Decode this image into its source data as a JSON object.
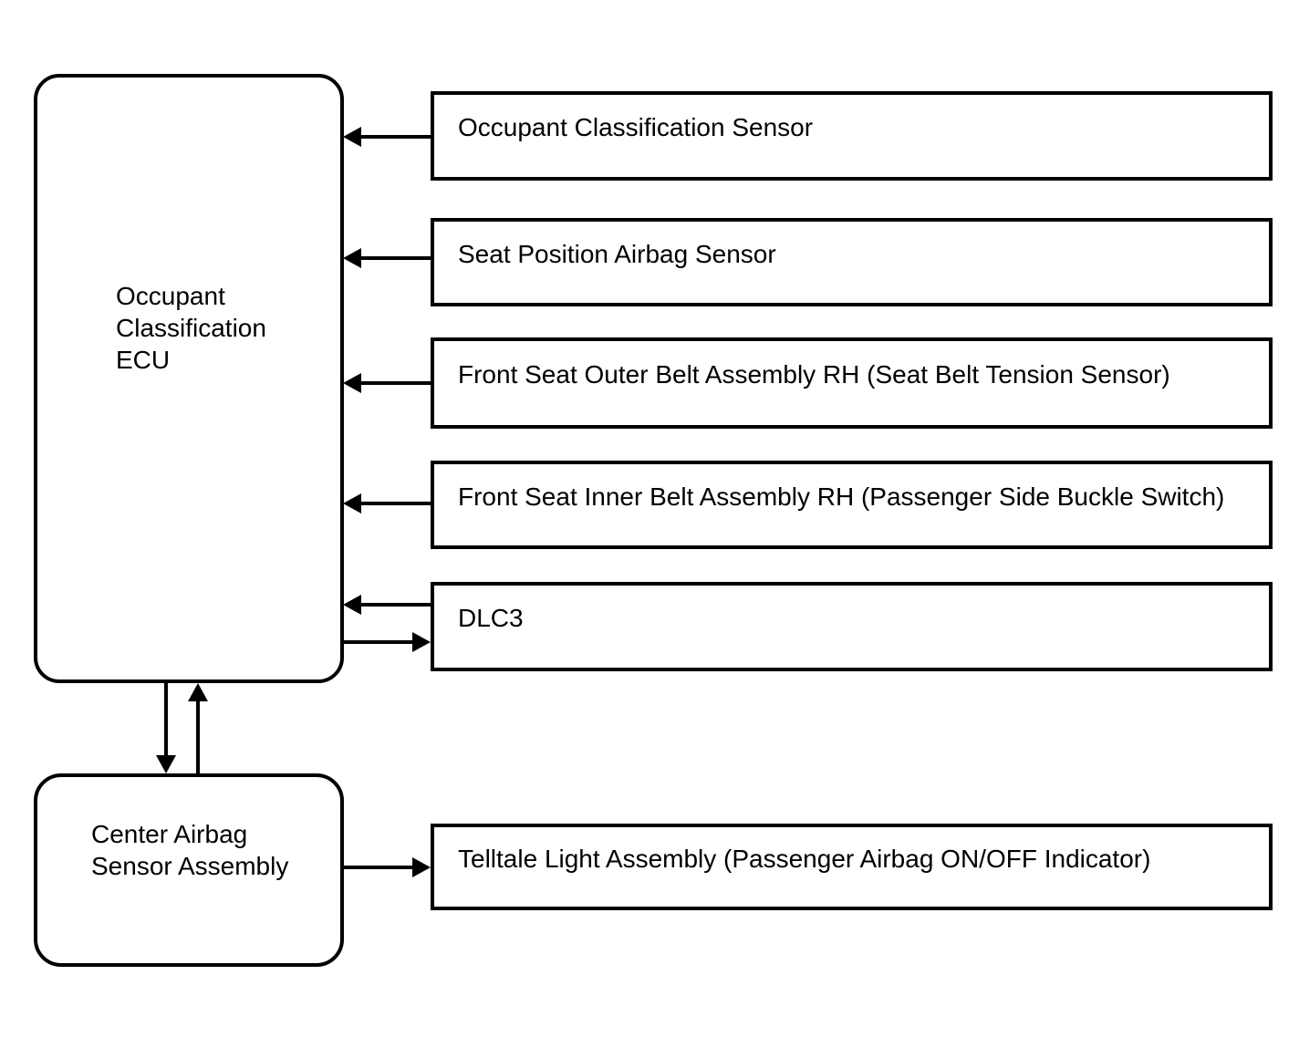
{
  "colors": {
    "stroke": "#000000",
    "background": "#ffffff"
  },
  "ecu": {
    "lines": [
      "Occupant",
      "Classification",
      "ECU"
    ]
  },
  "center_airbag": {
    "lines": [
      "Center Airbag",
      "Sensor Assembly"
    ]
  },
  "sensors": [
    {
      "label": "Occupant Classification Sensor"
    },
    {
      "label": "Seat Position Airbag Sensor"
    },
    {
      "label": "Front Seat Outer Belt Assembly RH (Seat Belt Tension Sensor)"
    },
    {
      "label": "Front Seat Inner Belt Assembly RH (Passenger Side Buckle Switch)"
    },
    {
      "label": "DLC3"
    }
  ],
  "telltale": {
    "label": "Telltale Light Assembly (Passenger Airbag ON/OFF Indicator)"
  },
  "connections": [
    {
      "from": "Occupant Classification Sensor",
      "to": "Occupant Classification ECU",
      "direction": "left"
    },
    {
      "from": "Seat Position Airbag Sensor",
      "to": "Occupant Classification ECU",
      "direction": "left"
    },
    {
      "from": "Front Seat Outer Belt Assembly RH (Seat Belt Tension Sensor)",
      "to": "Occupant Classification ECU",
      "direction": "left"
    },
    {
      "from": "Front Seat Inner Belt Assembly RH (Passenger Side Buckle Switch)",
      "to": "Occupant Classification ECU",
      "direction": "left"
    },
    {
      "from": "DLC3",
      "to": "Occupant Classification ECU",
      "direction": "bidirectional"
    },
    {
      "from": "Occupant Classification ECU",
      "to": "Center Airbag Sensor Assembly",
      "direction": "bidirectional"
    },
    {
      "from": "Center Airbag Sensor Assembly",
      "to": "Telltale Light Assembly (Passenger Airbag ON/OFF Indicator)",
      "direction": "right"
    }
  ]
}
